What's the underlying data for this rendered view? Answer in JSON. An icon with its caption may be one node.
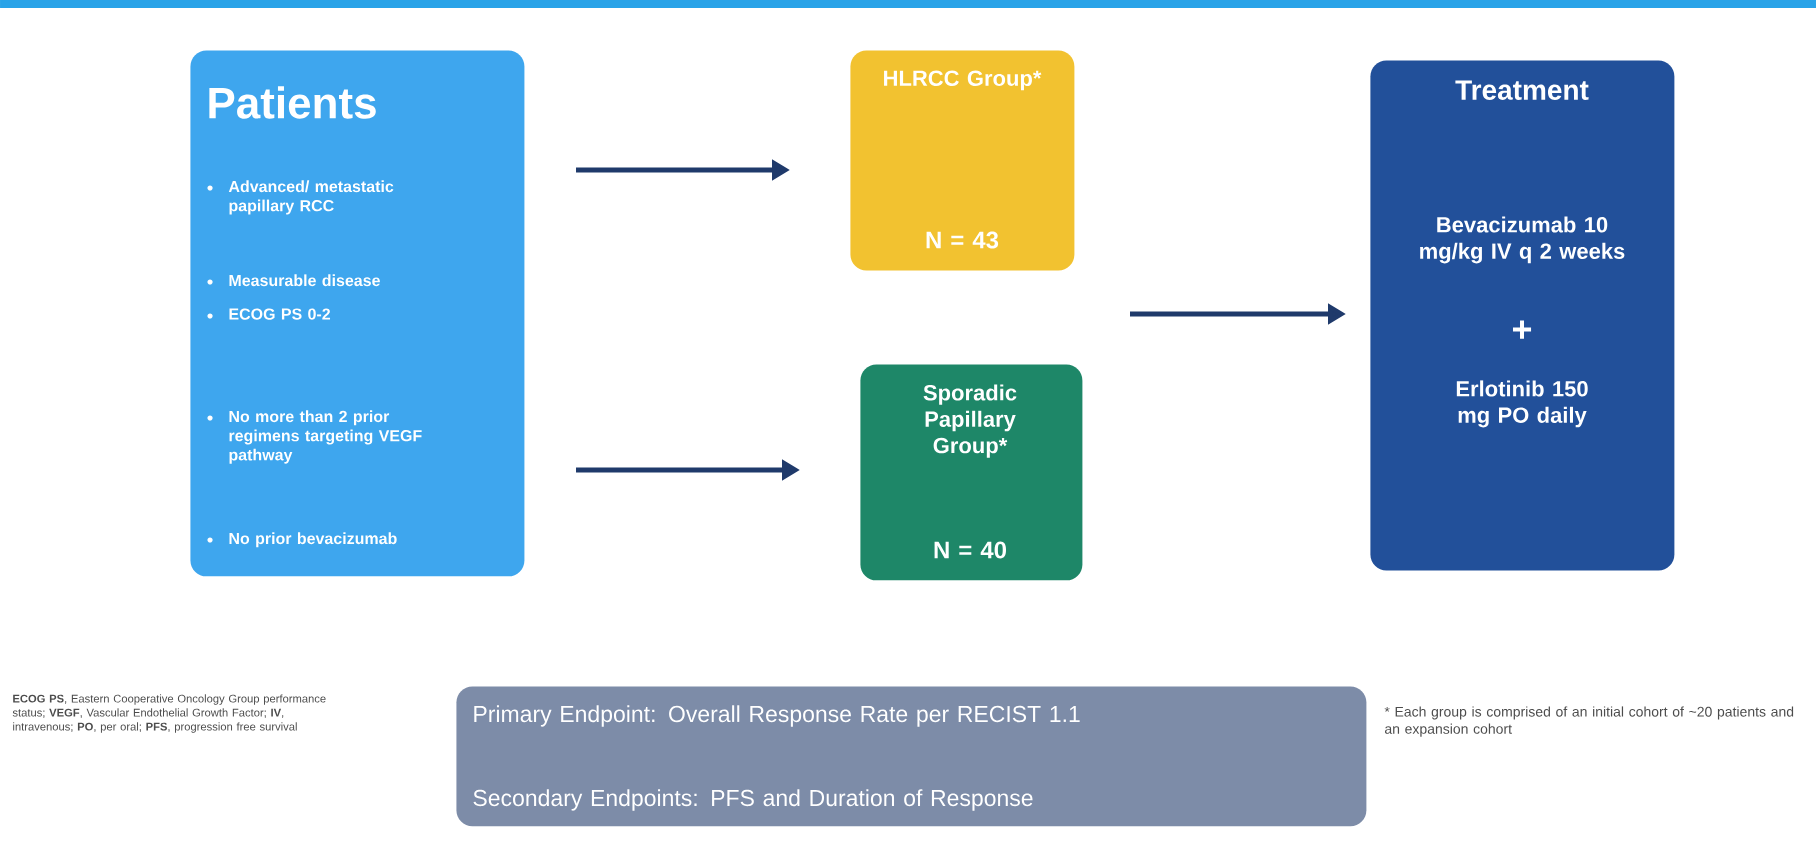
{
  "diagram": {
    "nodes": [
      {
        "text": [
          "Patients",
          "Advanced/ metastatic papillary RCC",
          "Measurable disease",
          "ECOG PS 0-2",
          "No more than 2 prior regimens targeting VEGF pathway",
          "No prior bevacizumab"
        ]
      },
      {
        "text": [
          "HLRCC Group*",
          "N = 43"
        ]
      },
      {
        "text": [
          "Sporadic Papillary Group*",
          "N = 40"
        ]
      },
      {
        "text": [
          "Treatment",
          "Bevacizumab 10 mg/kg IV q 2 weeks",
          "+",
          "Erlotinib 150 mg PO daily"
        ]
      },
      {
        "text": [
          "Primary Endpoint: Overall Response Rate per RECIST  1.1",
          "Secondary Endpoints: PFS and Duration of Response"
        ]
      }
    ],
    "edges": [
      {
        "from": 0,
        "to": 1,
        "arrow": "to"
      },
      {
        "from": 0,
        "to": 2,
        "arrow": "to"
      },
      {
        "from": null,
        "to": 3,
        "arrow": "to"
      }
    ],
    "labels": [
      "**ECOG PS**, Eastern Cooperative Oncology Group performance status; **VEGF**, Vascular Endothelial Growth Factor; **IV**, intravenous; **PO**, per oral; **PFS**, progression free survival",
      "* Each group is comprised of an initial cohort of ~20 patients and an expansion cohort"
    ]
  }
}
